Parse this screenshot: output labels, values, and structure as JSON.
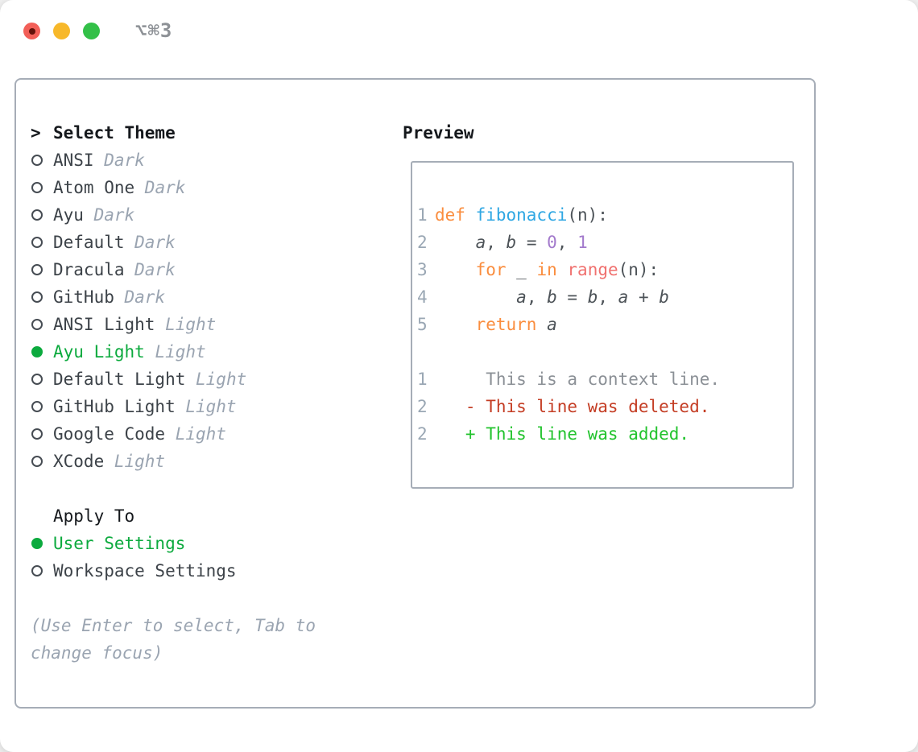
{
  "titlebar": {
    "title": "⌥⌘3"
  },
  "left": {
    "header": "Select Theme",
    "prompt": ">",
    "themes": [
      {
        "name": "ANSI",
        "variant": "Dark",
        "selected": false
      },
      {
        "name": "Atom One",
        "variant": "Dark",
        "selected": false
      },
      {
        "name": "Ayu",
        "variant": "Dark",
        "selected": false
      },
      {
        "name": "Default",
        "variant": "Dark",
        "selected": false
      },
      {
        "name": "Dracula",
        "variant": "Dark",
        "selected": false
      },
      {
        "name": "GitHub",
        "variant": "Dark",
        "selected": false
      },
      {
        "name": "ANSI Light",
        "variant": "Light",
        "selected": false
      },
      {
        "name": "Ayu Light",
        "variant": "Light",
        "selected": true
      },
      {
        "name": "Default Light",
        "variant": "Light",
        "selected": false
      },
      {
        "name": "GitHub Light",
        "variant": "Light",
        "selected": false
      },
      {
        "name": "Google Code",
        "variant": "Light",
        "selected": false
      },
      {
        "name": "XCode",
        "variant": "Light",
        "selected": false
      }
    ],
    "apply_header": "Apply To",
    "apply_options": [
      {
        "name": "User Settings",
        "selected": true
      },
      {
        "name": "Workspace Settings",
        "selected": false
      }
    ],
    "hint": "(Use Enter to select, Tab to\nchange focus)"
  },
  "preview": {
    "label": "Preview",
    "lines": [
      {
        "num": "1",
        "parts": [
          {
            "t": "def ",
            "c": "keyword"
          },
          {
            "t": "fibonacci",
            "c": "function"
          },
          {
            "t": "(n):",
            "c": "plain"
          }
        ]
      },
      {
        "num": "2",
        "parts": [
          {
            "t": "    ",
            "c": "plain"
          },
          {
            "t": "a",
            "c": "variable"
          },
          {
            "t": ", ",
            "c": "plain"
          },
          {
            "t": "b",
            "c": "variable"
          },
          {
            "t": " = ",
            "c": "plain"
          },
          {
            "t": "0",
            "c": "number"
          },
          {
            "t": ", ",
            "c": "plain"
          },
          {
            "t": "1",
            "c": "number"
          }
        ]
      },
      {
        "num": "3",
        "parts": [
          {
            "t": "    ",
            "c": "plain"
          },
          {
            "t": "for",
            "c": "keyword"
          },
          {
            "t": " _ ",
            "c": "plain"
          },
          {
            "t": "in",
            "c": "keyword"
          },
          {
            "t": " ",
            "c": "plain"
          },
          {
            "t": "range",
            "c": "builtin"
          },
          {
            "t": "(n):",
            "c": "plain"
          }
        ]
      },
      {
        "num": "4",
        "parts": [
          {
            "t": "        ",
            "c": "plain"
          },
          {
            "t": "a",
            "c": "variable"
          },
          {
            "t": ", ",
            "c": "plain"
          },
          {
            "t": "b",
            "c": "variable"
          },
          {
            "t": " = ",
            "c": "plain"
          },
          {
            "t": "b",
            "c": "variable"
          },
          {
            "t": ", ",
            "c": "plain"
          },
          {
            "t": "a",
            "c": "variable"
          },
          {
            "t": " + ",
            "c": "plain"
          },
          {
            "t": "b",
            "c": "variable"
          }
        ]
      },
      {
        "num": "5",
        "parts": [
          {
            "t": "    ",
            "c": "plain"
          },
          {
            "t": "return",
            "c": "keyword"
          },
          {
            "t": " ",
            "c": "plain"
          },
          {
            "t": "a",
            "c": "variable"
          }
        ]
      },
      {
        "num": "",
        "parts": []
      },
      {
        "num": "1",
        "parts": [
          {
            "t": "     This is a context line.",
            "c": "context"
          }
        ]
      },
      {
        "num": "2",
        "parts": [
          {
            "t": "   - This line was deleted.",
            "c": "deleted"
          }
        ]
      },
      {
        "num": "2",
        "parts": [
          {
            "t": "   + This line was added.",
            "c": "added"
          }
        ]
      }
    ]
  },
  "colors": {
    "accent_green": "#0caa3e",
    "border": "#a6adb7",
    "heading": "#15181c",
    "item_text": "#3c4248",
    "muted": "#9aa4b1",
    "line_number": "#9aa7b4",
    "keyword": "#fa8d3e",
    "function": "#2fa7e3",
    "number": "#a37acc",
    "builtin": "#f0716f",
    "plain": "#4d5358",
    "context": "#8b9096",
    "deleted": "#c43d24",
    "added": "#23c32e",
    "traffic_red": "#f25f58",
    "traffic_red_dot": "#63110a",
    "traffic_yellow": "#f7b82a",
    "traffic_green": "#33c048",
    "title_text": "#8d9196"
  }
}
